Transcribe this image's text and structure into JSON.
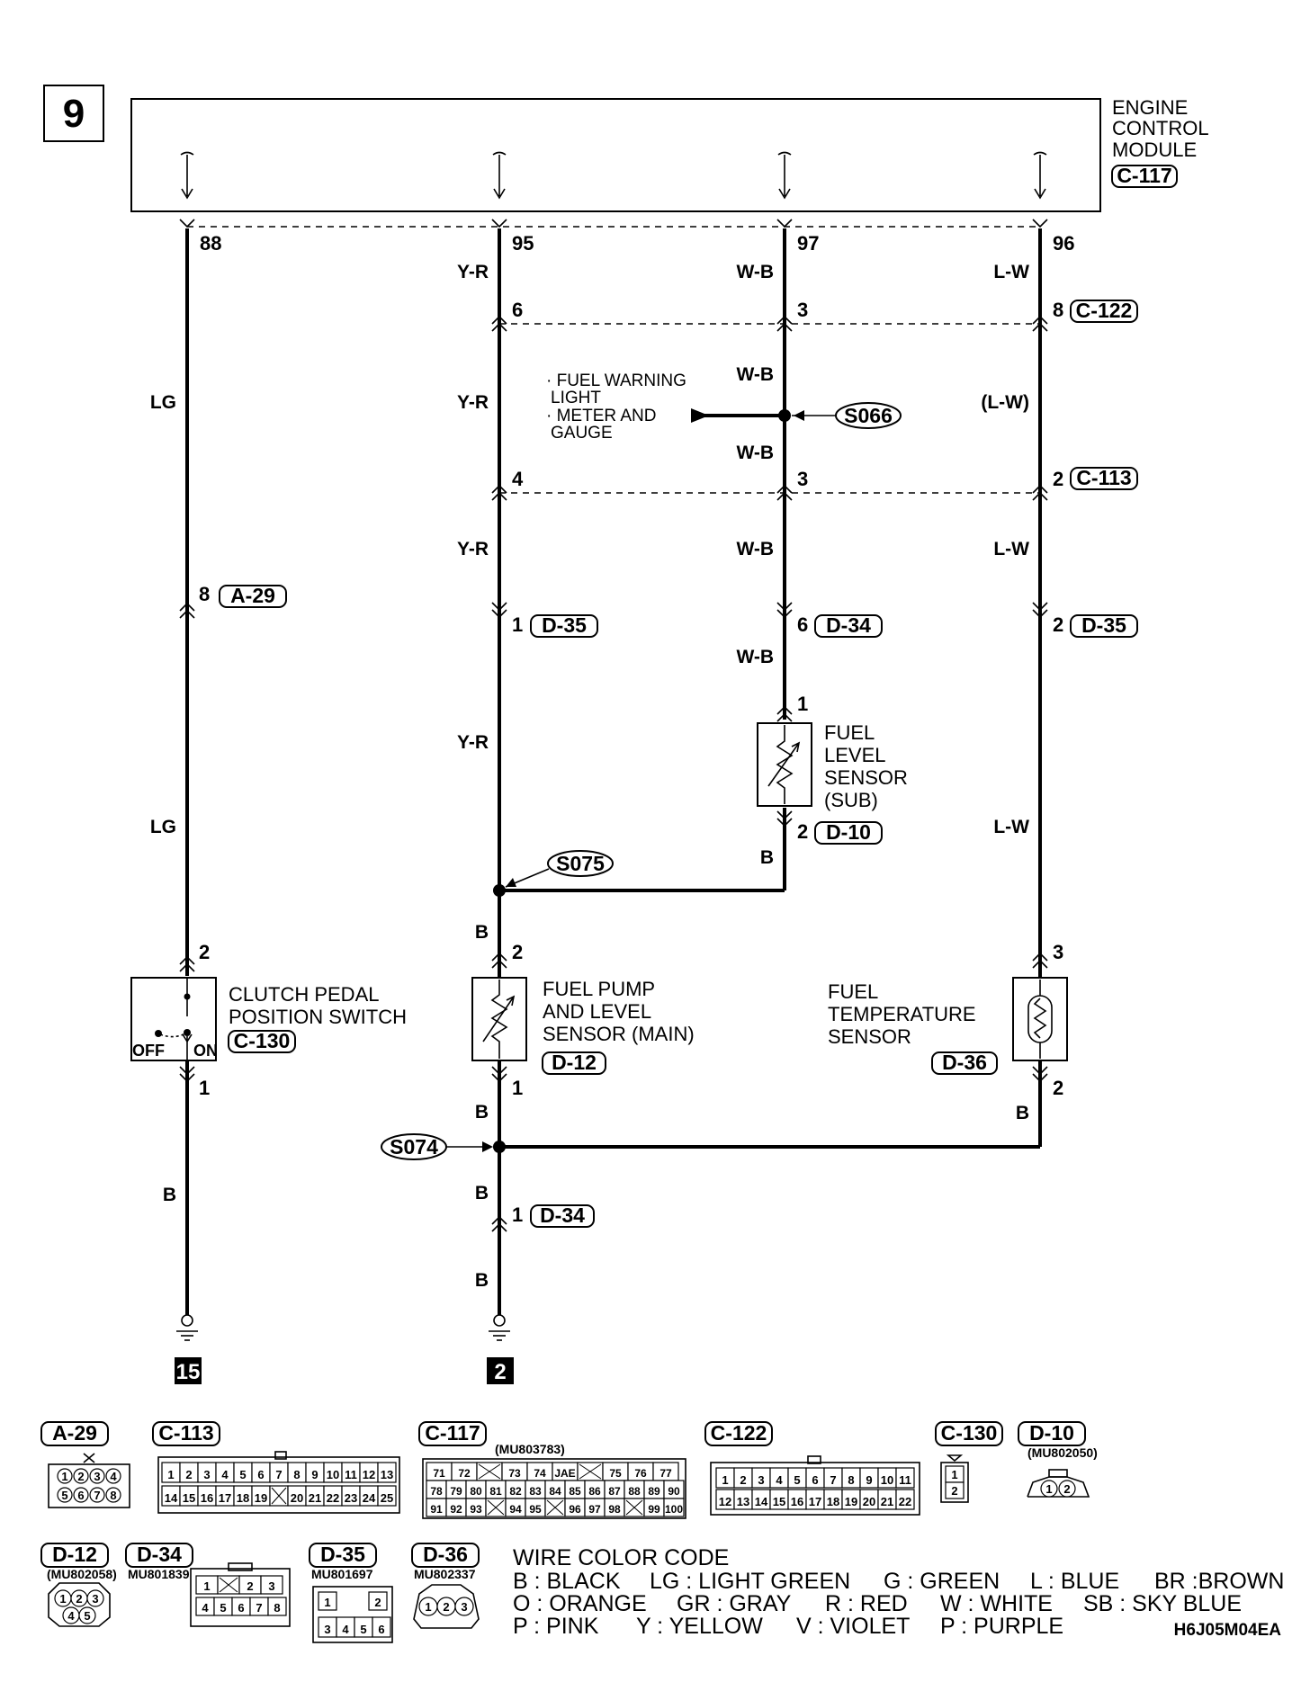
{
  "page_number": "9",
  "ecm": {
    "line1": "ENGINE",
    "line2": "CONTROL",
    "line3": "MODULE",
    "connector": "C-117"
  },
  "ecm_pins": [
    "88",
    "95",
    "97",
    "96"
  ],
  "wires": {
    "col1": {
      "upper": "LG",
      "lower": "LG",
      "bottom": "B"
    },
    "col2": {
      "top": "Y-R",
      "mid": "Y-R",
      "below_c113": "Y-R",
      "long": "Y-R",
      "to_pump": "B",
      "below_pump": "B",
      "below_s074": "B",
      "bottom": "B"
    },
    "col3": {
      "top": "W-B",
      "above_splice": "W-B",
      "below_splice": "W-B",
      "below_c113": "W-B",
      "below_d34": "W-B",
      "below_sub": "B"
    },
    "col4": {
      "top": "L-W",
      "mid": "(L-W)",
      "below_c113": "L-W",
      "long": "L-W",
      "below_temp": "B"
    }
  },
  "connectors": {
    "c122": {
      "name": "C-122",
      "pins": [
        "6",
        "3",
        "8"
      ]
    },
    "c113": {
      "name": "C-113",
      "pins": [
        "4",
        "3",
        "2"
      ]
    },
    "a29": {
      "name": "A-29",
      "pin": "8"
    },
    "d35_left": {
      "name": "D-35",
      "pin": "1"
    },
    "d34_upper": {
      "name": "D-34",
      "pin": "6"
    },
    "d35_right": {
      "name": "D-35",
      "pin": "2"
    },
    "d10": {
      "name": "D-10",
      "pin_top": "1",
      "pin_bottom": "2"
    },
    "d34_lower": {
      "name": "D-34",
      "pin": "1"
    }
  },
  "splices": {
    "s066": "S066",
    "s075": "S075",
    "s074": "S074"
  },
  "fuel_warning": {
    "line1": "· FUEL WARNING",
    "line2": "LIGHT",
    "line3": "· METER AND",
    "line4": "GAUGE"
  },
  "components": {
    "clutch": {
      "line1": "CLUTCH PEDAL",
      "line2": "POSITION SWITCH",
      "connector": "C-130",
      "off": "OFF",
      "on": "ON",
      "pin_top": "2",
      "pin_bottom": "1"
    },
    "pump": {
      "line1": "FUEL PUMP",
      "line2": "AND LEVEL",
      "line3": "SENSOR (MAIN)",
      "connector": "D-12",
      "pin_top": "2",
      "pin_bottom": "1"
    },
    "sub": {
      "line1": "FUEL",
      "line2": "LEVEL",
      "line3": "SENSOR",
      "line4": "(SUB)"
    },
    "temp": {
      "line1": "FUEL",
      "line2": "TEMPERATURE",
      "line3": "SENSOR",
      "connector": "D-36",
      "pin_top": "3",
      "pin_bottom": "2"
    }
  },
  "grounds": {
    "left": "15",
    "right": "2"
  },
  "connector_views": {
    "a29": {
      "name": "A-29",
      "row1": [
        "1",
        "2",
        "3",
        "4"
      ],
      "row2": [
        "5",
        "6",
        "7",
        "8"
      ]
    },
    "c113": {
      "name": "C-113",
      "row1": [
        "1",
        "2",
        "3",
        "4",
        "5",
        "6",
        "7",
        "8",
        "9",
        "10",
        "11",
        "12",
        "13"
      ],
      "row2": [
        "14",
        "15",
        "16",
        "17",
        "18",
        "19",
        "",
        "20",
        "21",
        "22",
        "23",
        "24",
        "25"
      ]
    },
    "c117": {
      "name": "C-117",
      "part": "(MU803783)",
      "row1": [
        "71",
        "72",
        "",
        "73",
        "74",
        "JAE",
        "",
        "75",
        "76",
        "77"
      ],
      "row2": [
        "78",
        "79",
        "80",
        "81",
        "82",
        "83",
        "84",
        "85",
        "86",
        "87",
        "88",
        "89",
        "90"
      ],
      "row3": [
        "91",
        "92",
        "93",
        "",
        "94",
        "95",
        "",
        "96",
        "97",
        "98",
        "",
        "99",
        "100"
      ]
    },
    "c122": {
      "name": "C-122",
      "row1": [
        "1",
        "2",
        "3",
        "4",
        "5",
        "6",
        "7",
        "8",
        "9",
        "10",
        "11"
      ],
      "row2": [
        "12",
        "13",
        "14",
        "15",
        "16",
        "17",
        "18",
        "19",
        "20",
        "21",
        "22"
      ]
    },
    "c130": {
      "name": "C-130",
      "pins": [
        "1",
        "2"
      ]
    },
    "d10": {
      "name": "D-10",
      "part": "(MU802050)",
      "pins": [
        "1",
        "2"
      ]
    },
    "d12": {
      "name": "D-12",
      "part": "(MU802058)",
      "row1": [
        "1",
        "2",
        "3"
      ],
      "row2": [
        "4",
        "5"
      ]
    },
    "d34": {
      "name": "D-34",
      "part": "MU801839",
      "row1": [
        "1",
        "",
        "2",
        "3"
      ],
      "row2": [
        "4",
        "5",
        "6",
        "7",
        "8"
      ]
    },
    "d35": {
      "name": "D-35",
      "part": "MU801697",
      "row1": [
        "1",
        "2"
      ],
      "row2": [
        "3",
        "4",
        "5",
        "6"
      ]
    },
    "d36": {
      "name": "D-36",
      "part": "MU802337",
      "pins": [
        "1",
        "2",
        "3"
      ]
    }
  },
  "legend": {
    "title": "WIRE COLOR CODE",
    "row1": [
      "B : BLACK",
      "LG : LIGHT GREEN",
      "G : GREEN",
      "L : BLUE",
      "BR :BROWN"
    ],
    "row2": [
      "O : ORANGE",
      "GR : GRAY",
      "R : RED",
      "W : WHITE",
      "SB : SKY BLUE"
    ],
    "row3": [
      "P : PINK",
      "Y : YELLOW",
      "V : VIOLET",
      "P : PURPLE"
    ]
  },
  "diagram_code": "H6J05M04EA"
}
